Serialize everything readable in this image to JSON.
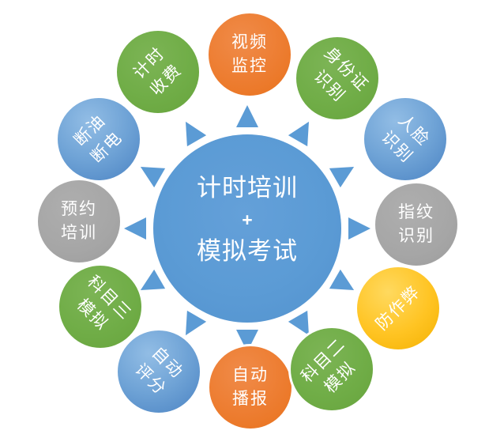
{
  "center": {
    "lines": [
      "计时培训",
      "+",
      "模拟考试"
    ]
  },
  "items": [
    {
      "id": "video-monitoring",
      "label": "视频监控",
      "lines": [
        "视频",
        "监控"
      ],
      "color": "orange",
      "hex": "#ED7D31",
      "text_rotation_deg": 0
    },
    {
      "id": "id-card-recognition",
      "label": "身份证识别",
      "lines": [
        "身份证",
        "识别"
      ],
      "color": "green",
      "hex": "#70AD47",
      "text_rotation_deg": 45
    },
    {
      "id": "face-recognition",
      "label": "人脸识别",
      "lines": [
        "人脸",
        "识别"
      ],
      "color": "blue",
      "hex": "#5B9BD5",
      "text_rotation_deg": 45
    },
    {
      "id": "fingerprint-recognition",
      "label": "指纹识别",
      "lines": [
        "指纹",
        "识别"
      ],
      "color": "gray",
      "hex": "#A6A6A6",
      "text_rotation_deg": 0
    },
    {
      "id": "anti-cheating",
      "label": "防作弊",
      "lines": [
        "防作弊"
      ],
      "color": "yellow",
      "hex": "#FFC000",
      "text_rotation_deg": -45
    },
    {
      "id": "subject2-simulation",
      "label": "科目二模拟",
      "lines": [
        "科目二",
        "模拟"
      ],
      "color": "green",
      "hex": "#70AD47",
      "text_rotation_deg": -45
    },
    {
      "id": "auto-broadcast",
      "label": "自动播报",
      "lines": [
        "自动",
        "播报"
      ],
      "color": "orange",
      "hex": "#ED7D31",
      "text_rotation_deg": 0
    },
    {
      "id": "auto-scoring",
      "label": "自动评分",
      "lines": [
        "自动",
        "评分"
      ],
      "color": "blue",
      "hex": "#5B9BD5",
      "text_rotation_deg": 45
    },
    {
      "id": "subject3-simulation",
      "label": "科目三模拟",
      "lines": [
        "科目三",
        "模拟"
      ],
      "color": "green",
      "hex": "#70AD47",
      "text_rotation_deg": 45
    },
    {
      "id": "appointment-training",
      "label": "预约培训",
      "lines": [
        "预约",
        "培训"
      ],
      "color": "gray",
      "hex": "#A6A6A6",
      "text_rotation_deg": 0
    },
    {
      "id": "fuel-power-cutoff",
      "label": "断油断电",
      "lines": [
        "断油",
        "断电"
      ],
      "color": "blue",
      "hex": "#5B9BD5",
      "text_rotation_deg": -45
    },
    {
      "id": "timed-billing",
      "label": "计时收费",
      "lines": [
        "计时",
        "收费"
      ],
      "color": "green",
      "hex": "#70AD47",
      "text_rotation_deg": -45
    }
  ],
  "arrows": {
    "count": 12,
    "direction": "outward-from-center",
    "color": "#5B9BD5"
  },
  "palette": {
    "center_blue": "#5B9BD5",
    "node_blue": "#5B9BD5",
    "green": "#70AD47",
    "orange": "#ED7D31",
    "gray": "#A6A6A6",
    "yellow": "#FFC000",
    "arrow_blue": "#5B9BD5",
    "text": "#FFFFFF",
    "background": "#FFFFFF"
  }
}
